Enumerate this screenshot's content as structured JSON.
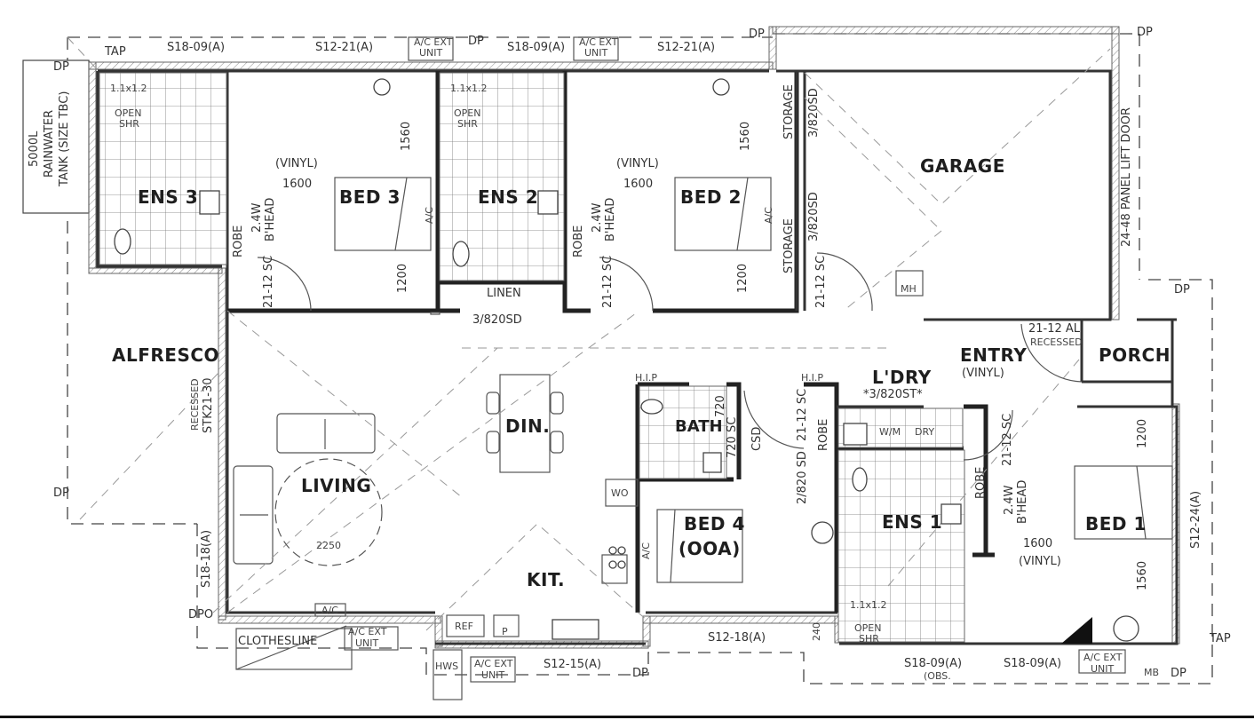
{
  "plan": {
    "rooms": {
      "ens3": "ENS 3",
      "bed3": "BED 3",
      "ens2": "ENS 2",
      "bed2": "BED 2",
      "garage": "GARAGE",
      "alfresco": "ALFRESCO",
      "living": "LIVING",
      "din": "DIN.",
      "kit": "KIT.",
      "bath": "BATH",
      "bed4": "BED 4",
      "bed4_sub": "(OOA)",
      "ldry": "L'DRY",
      "entry": "ENTRY",
      "porch": "PORCH",
      "ens1": "ENS 1",
      "bed1": "BED 1",
      "linen": "LINEN",
      "storage_top": "STORAGE",
      "storage_bottom": "STORAGE",
      "robe3": "ROBE",
      "robe2": "ROBE",
      "robe_ldry": "ROBE",
      "robe1": "ROBE"
    },
    "windows": {
      "top_1": "S18-09(A)",
      "top_2": "S12-21(A)",
      "top_3": "S18-09(A)",
      "top_4": "S12-21(A)",
      "left_living": "S18-18(A)",
      "bottom_kit": "S12-15(A)",
      "bottom_bed4": "S12-18(A)",
      "bottom_ens1": "S18-09(A)",
      "bottom_ens1_note": "(OBS.",
      "bottom_bed1": "S18-09(A)",
      "right_bed1": "S12-24(A)"
    },
    "doors": {
      "bed3_door": "21-12 SC",
      "bed2_door": "21-12 SC",
      "garage_door_int": "21-12 SC",
      "storage_top_door": "3/820SD",
      "storage_bottom_door": "3/820SD",
      "linen_door": "3/820SD",
      "garage_lift": "24-48 PANEL LIFT DOOR",
      "entry_door": "21-12 AL",
      "entry_door_note": "RECESSED",
      "ldry_door": "*3/820ST*",
      "bath_door": "720",
      "bath_csd": "720 SC",
      "bath_csd_note": "CSD",
      "robe_ldry_door_a": "21-12 SC",
      "robe_ldry_door_b": "2/820 SD",
      "bed1_door": "21-12 SC",
      "alfresco_stacker": "STK21-30",
      "alfresco_stacker_note": "RECESSED"
    },
    "dimensions": {
      "bed3_width": "1600",
      "bed3_top": "1560",
      "bed3_bottom": "1200",
      "bed2_width": "1600",
      "bed2_top": "1560",
      "bed2_bottom": "1200",
      "bed1_width": "1600",
      "bed1_top": "1200",
      "bed1_bottom": "1560",
      "living_circle": "2250",
      "ens1_gap": "240"
    },
    "finishes": {
      "bed3": "(VINYL)",
      "bed2": "(VINYL)",
      "entry": "(VINYL)",
      "bed1": "(VINYL)"
    },
    "bedhead": {
      "bed3_a": "2.4W",
      "bed3_b": "B'HEAD",
      "bed2_a": "2.4W",
      "bed2_b": "B'HEAD",
      "bed1_a": "2.4W",
      "bed1_b": "B'HEAD"
    },
    "fixtures": {
      "shower_size_3": "1.1x1.2",
      "shower_size_2": "1.1x1.2",
      "shower_size_1": "1.1x1.2",
      "open_shr": "OPEN",
      "shr": "SHR",
      "ac": "A/C",
      "ac_ext": "A/C EXT",
      "unit": "UNIT",
      "wm": "W/M",
      "dry": "DRY",
      "wo": "WO",
      "ref": "REF",
      "pantry": "P",
      "hws": "HWS",
      "mh": "MH",
      "mb": "MB",
      "hip": "H.I.P",
      "clothesline": "CLOTHESLINE",
      "tap": "TAP",
      "dp": "DP",
      "dpo": "DPO"
    },
    "tank": {
      "line1": "5000L",
      "line2": "RAINWATER",
      "line3": "TANK (SIZE TBC)"
    }
  }
}
